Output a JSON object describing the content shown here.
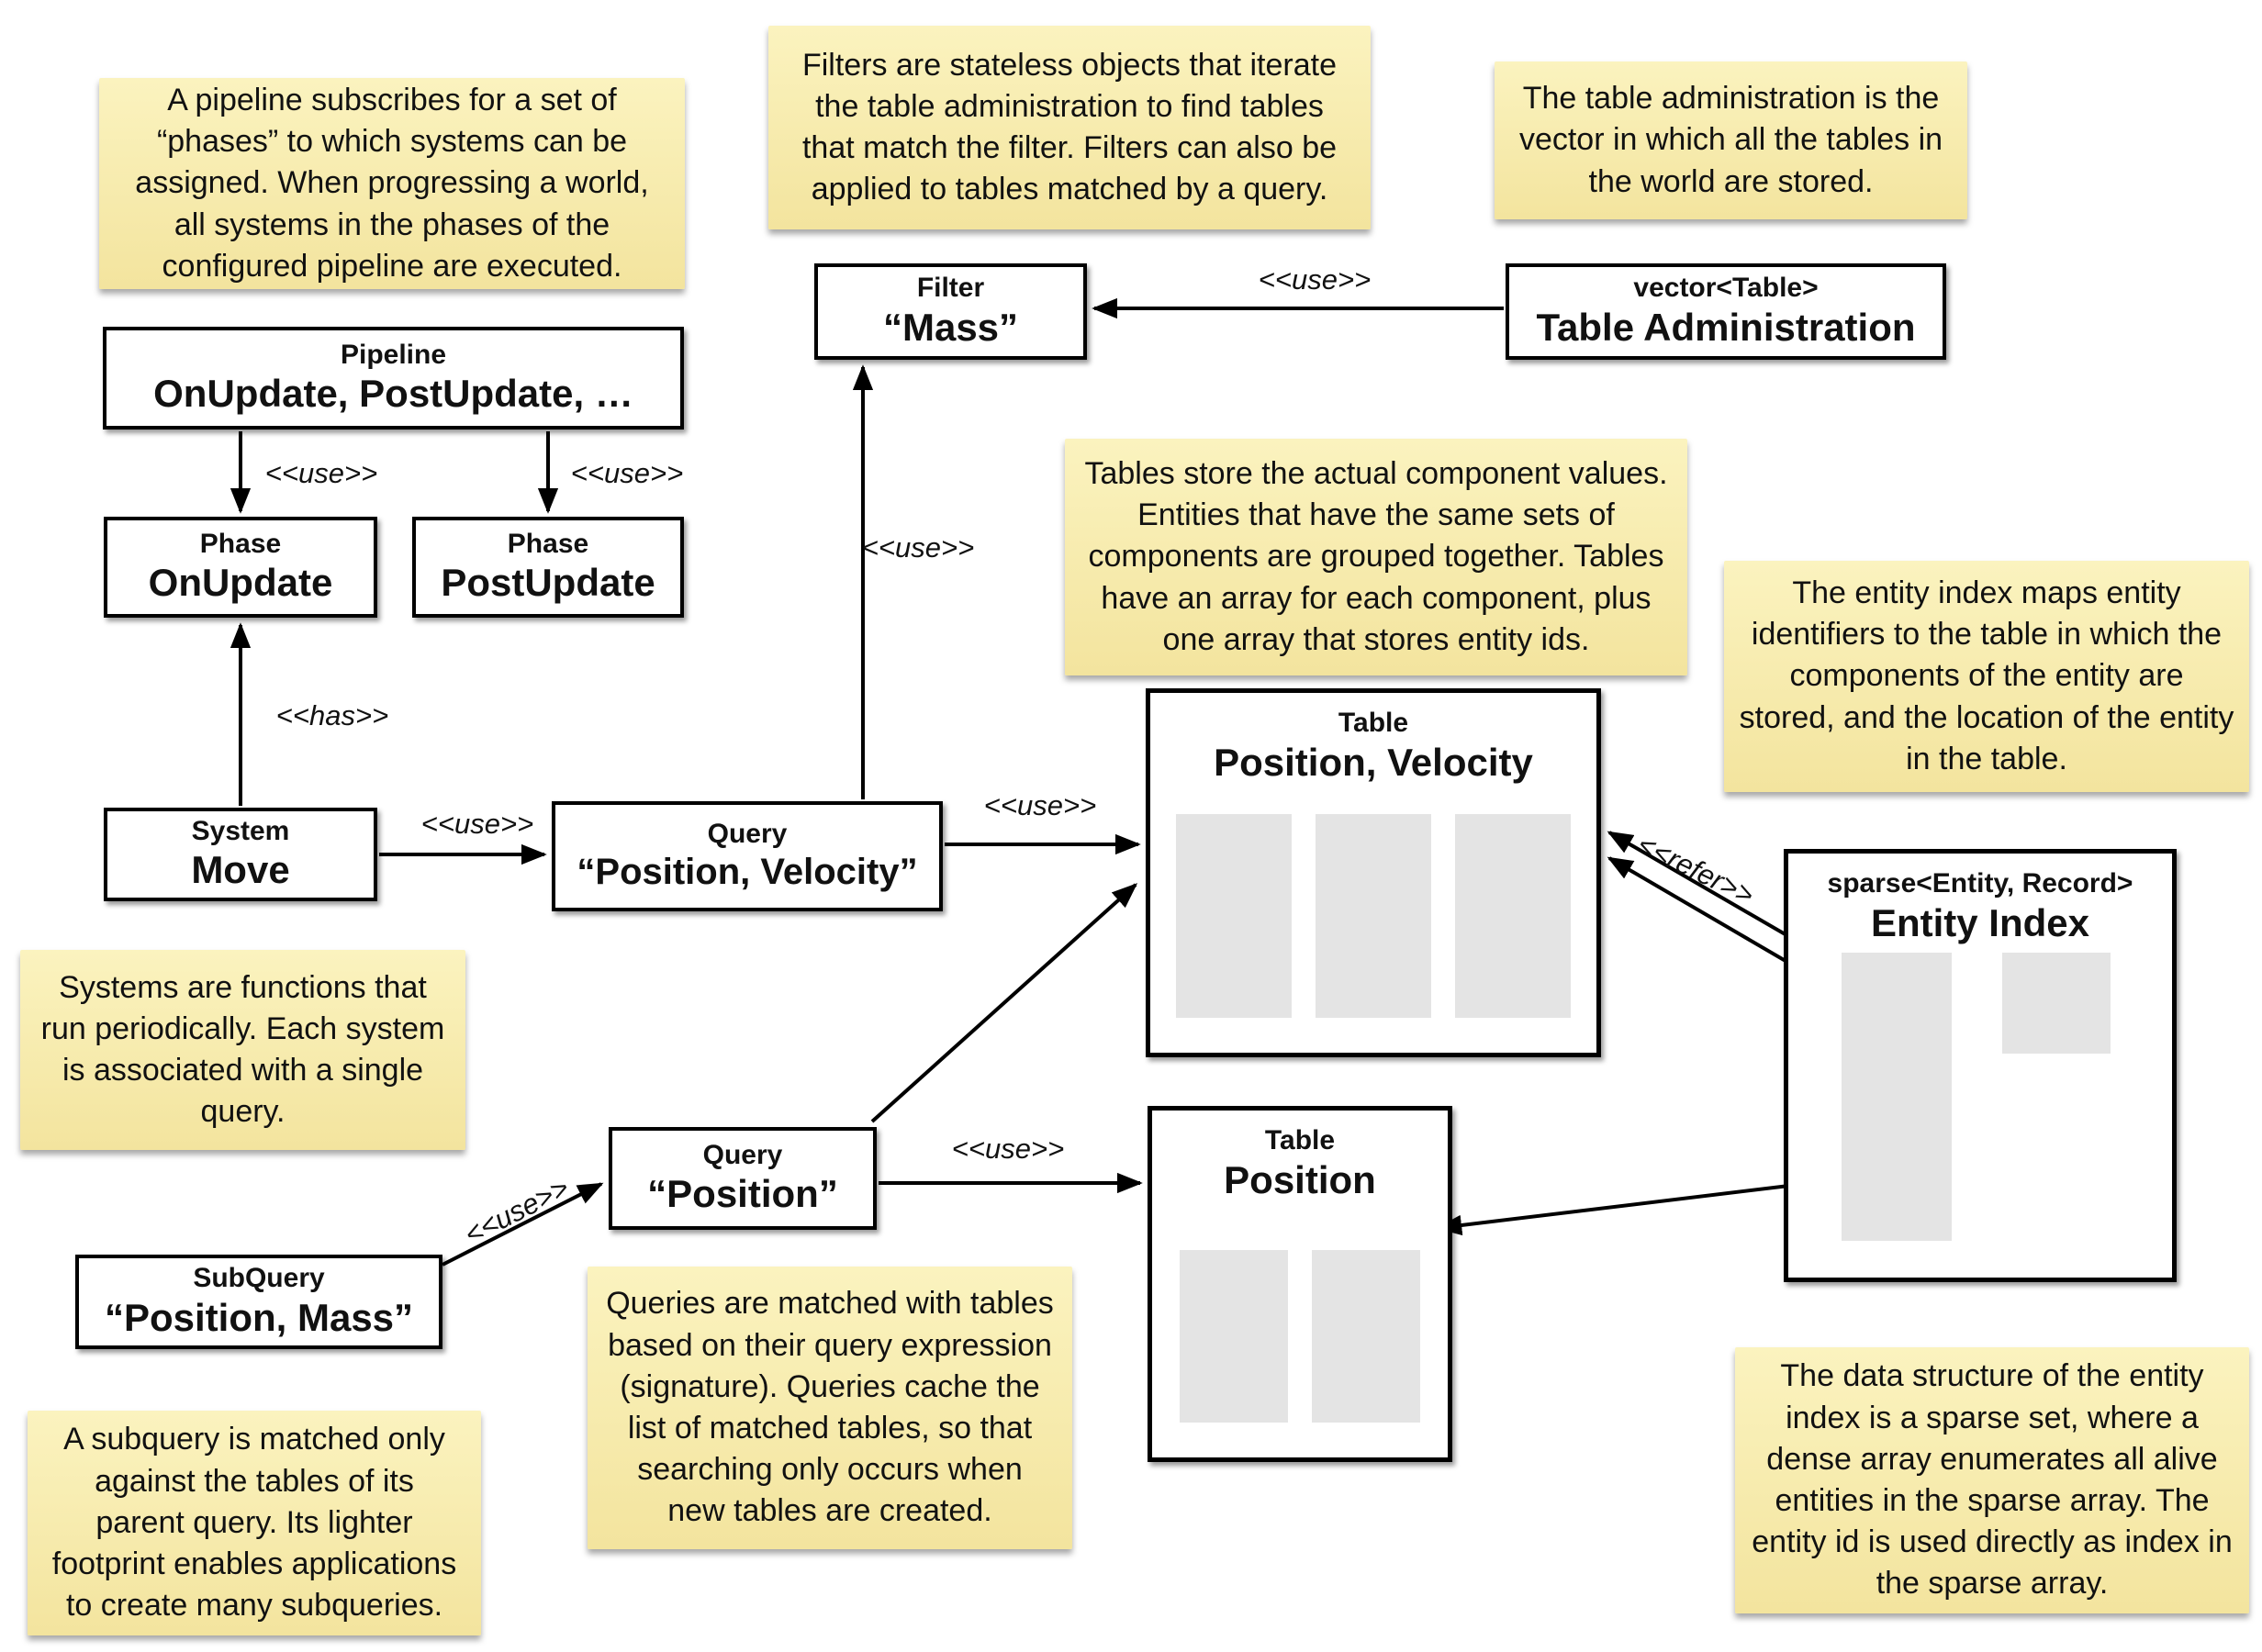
{
  "notes": {
    "pipeline": "A pipeline subscribes for a set of\n“phases” to which systems can be\nassigned. When progressing a world,\nall systems in the phases of the\nconfigured pipeline are executed.",
    "filters": "Filters are stateless objects that iterate\nthe table administration to find tables\nthat match the filter. Filters can also be\napplied to tables matched by a query.",
    "table_administration": "The table administration is the\nvector in which all the tables in\nthe world are stored.",
    "tables": "Tables store the actual component values.\nEntities that have the same sets of\ncomponents are grouped together. Tables\nhave an array for each component, plus\none array that stores entity ids.",
    "entity_index": "The entity index maps entity\nidentifiers to the table in which the\ncomponents of the entity are\nstored, and the location of the entity\nin the table.",
    "systems": "Systems are functions that\nrun periodically. Each system\nis associated with a single\nquery.",
    "queries": "Queries are matched with tables\nbased on their query expression\n(signature). Queries cache the\nlist of matched tables, so that\nsearching only occurs when\nnew tables are created.",
    "subquery": "A subquery is matched only\nagainst the tables of its\nparent query. Its lighter\nfootprint enables applications\nto create many subqueries.",
    "sparse_set": "The data structure of the entity\nindex is a sparse set, where a\ndense array enumerates all alive\nentities in the sparse array. The\nentity id is used directly as index in\nthe sparse array."
  },
  "boxes": {
    "pipeline": {
      "stereotype": "Pipeline",
      "name": "OnUpdate, PostUpdate, …"
    },
    "phase_onupdate": {
      "stereotype": "Phase",
      "name": "OnUpdate"
    },
    "phase_postupdate": {
      "stereotype": "Phase",
      "name": "PostUpdate"
    },
    "filter_mass": {
      "stereotype": "Filter",
      "name": "“Mass”"
    },
    "table_administration": {
      "stereotype": "vector<Table>",
      "name": "Table Administration"
    },
    "system_move": {
      "stereotype": "System",
      "name": "Move"
    },
    "query_position_velocity": {
      "stereotype": "Query",
      "name": "“Position, Velocity”"
    },
    "query_position": {
      "stereotype": "Query",
      "name": "“Position”"
    },
    "subquery_position_mass": {
      "stereotype": "SubQuery",
      "name": "“Position, Mass”"
    },
    "table_position_velocity": {
      "stereotype": "Table",
      "name": "Position, Velocity"
    },
    "table_position": {
      "stereotype": "Table",
      "name": "Position"
    },
    "entity_index": {
      "stereotype": "sparse<Entity, Record>",
      "name": "Entity Index"
    }
  },
  "edge_labels": {
    "use": "<<use>>",
    "has": "<<has>>",
    "refer": "<<refer>>"
  },
  "colors": {
    "note_top": "#FBF3BF",
    "note_bottom": "#F3E49E",
    "box_border": "#000000",
    "array_fill": "#E4E4E4",
    "background": "#FFFFFF"
  }
}
